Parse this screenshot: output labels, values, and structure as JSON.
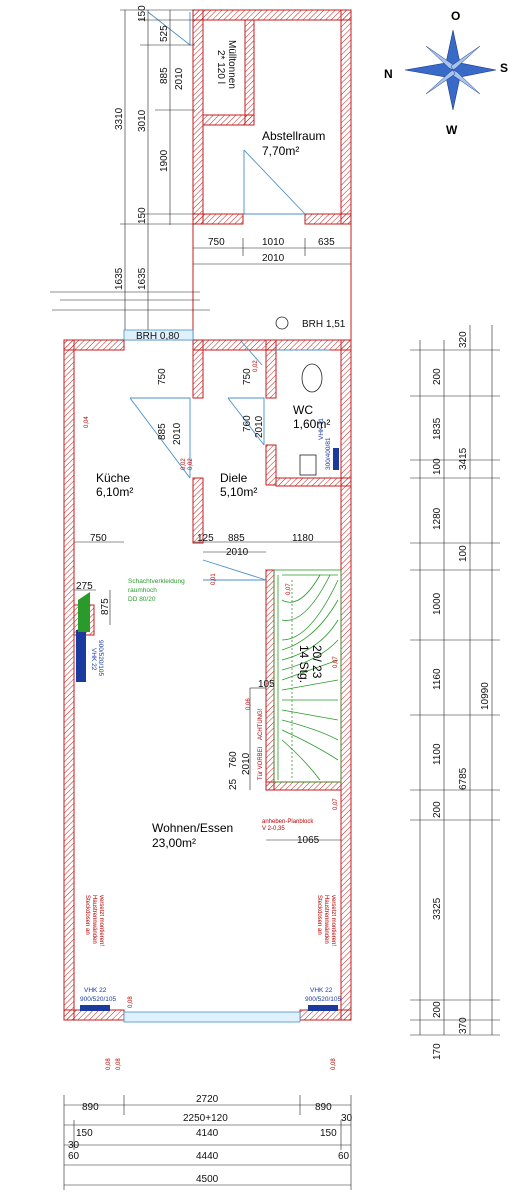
{
  "compass": {
    "n": "N",
    "o": "O",
    "s": "S",
    "w": "W"
  },
  "rooms": {
    "abstellraum": {
      "name": "Abstellraum",
      "area": "7,70m²"
    },
    "wc": {
      "name": "WC",
      "area": "1,60m²"
    },
    "kueche": {
      "name": "Küche",
      "area": "6,10m²"
    },
    "diele": {
      "name": "Diele",
      "area": "5,10m²"
    },
    "wohnen": {
      "name": "Wohnen/Essen",
      "area": "23,00m²"
    }
  },
  "labels": {
    "muelltonnen_1": "Mülltonnen",
    "muelltonnen_2": "2* 120 l",
    "brh_left": "BRH 0,80",
    "brh_right": "BRH 1,51",
    "schacht_1": "Schachtverkleidung",
    "schacht_2": "raumhoch",
    "schacht_3": "DD 80/20",
    "stair_1": "14 Stg.",
    "stair_2": "20/ 23",
    "achtung": "ACHTUNG!",
    "tur_vorbei": "Tür VORBEI",
    "planblock_1": "anheben-Planblock",
    "planblock_2": "V 2-0,35",
    "steckdosen_1": "Steckdosen an",
    "steckdosen_2": "Haustrennwänden",
    "steckdosen_3": "versetzt montieren!",
    "vhk_left_1": "VHK 22",
    "vhk_left_2": "900/520/105",
    "vhk_bl_1": "VHK 22",
    "vhk_bl_2": "900/520/105",
    "vhk_br_1": "VHK 22",
    "vhk_br_2": "900/520/105",
    "vhk_wc_1": "VHK 11",
    "vhk_wc_2": "300/400/81"
  },
  "dims_left": {
    "d3310": "3310",
    "d150a": "150",
    "d525": "525",
    "d885a": "885",
    "d2010a": "2010",
    "d3010": "3010",
    "d1900": "1900",
    "d150b": "150",
    "d1635a": "1635",
    "d1635b": "1635"
  },
  "dims_top": {
    "d750": "750",
    "d1010": "1010",
    "d635": "635",
    "d2010": "2010"
  },
  "dims_interior": {
    "kueche_750": "750",
    "kueche_885": "885",
    "kueche_2010": "2010",
    "diele_750": "750",
    "diele_760": "760",
    "diele_2010": "2010",
    "k750": "750",
    "d125": "125",
    "d885": "885",
    "d1180": "1180",
    "d2010m": "2010",
    "d275": "275",
    "d875": "875",
    "d105": "105",
    "d760": "760",
    "d25": "25",
    "d2010s": "2010",
    "d1065": "1065"
  },
  "dims_right": {
    "d320": "320",
    "d200a": "200",
    "d1835": "1835",
    "d3415": "3415",
    "d100a": "100",
    "d1280": "1280",
    "d100b": "100",
    "d1000": "1000",
    "d10990": "10990",
    "d1160": "1160",
    "d1100": "1100",
    "d6785": "6785",
    "d200b": "200",
    "d3325": "3325",
    "d200c": "200",
    "d370": "370",
    "d170": "170"
  },
  "dims_bottom": {
    "d890a": "890",
    "d2720": "2720",
    "d890b": "890",
    "d2250": "2250+120",
    "d30a": "30",
    "d150a": "150",
    "d4140": "4140",
    "d150b": "150",
    "d30b": "30",
    "d60a": "60",
    "d4440": "4440",
    "d60b": "60",
    "d4500": "4500"
  },
  "switch_codes": {
    "s1": "0,04",
    "s2": "0,02",
    "s3": "0,02",
    "s4": "0,02",
    "s5": "0,01",
    "s6": "0,07",
    "s7": "0,07",
    "s8": "0,06",
    "s9": "0,07",
    "s10": "0,08",
    "s11": "0,08",
    "s12": "0,08",
    "s13": "0,08"
  },
  "colors": {
    "wall": "#ef8f8f",
    "wall_stroke": "#c61d1d",
    "dim": "#222222",
    "green": "#2a9a2a",
    "blue": "#1a3aa0",
    "compass": "#3a6ac8"
  }
}
